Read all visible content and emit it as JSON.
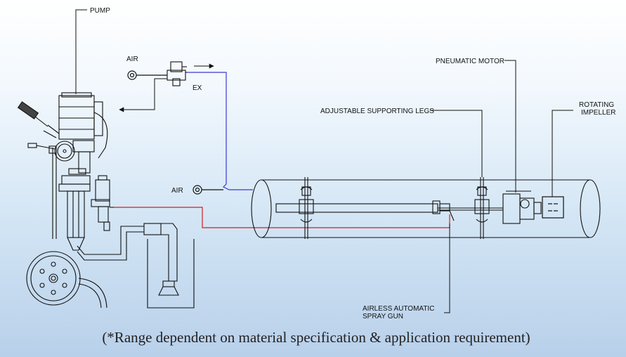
{
  "labels": {
    "pump": "PUMP",
    "air_top": "AIR",
    "ex": "EX",
    "air_mid": "AIR",
    "pneumatic_motor": "PNEUMATIC MOTOR",
    "adjustable_legs": "ADJUSTABLE SUPPORTING LEGS",
    "rotating": "ROTATING",
    "impeller": "IMPELLER",
    "airless_1": "AIRLESS AUTOMATIC",
    "airless_2": "SPRAY GUN"
  },
  "caption": "(*Range dependent on material specification & application requirement)",
  "colors": {
    "air_line": "#3a3ad0",
    "paint_line": "#d02020",
    "ink": "#111111"
  }
}
